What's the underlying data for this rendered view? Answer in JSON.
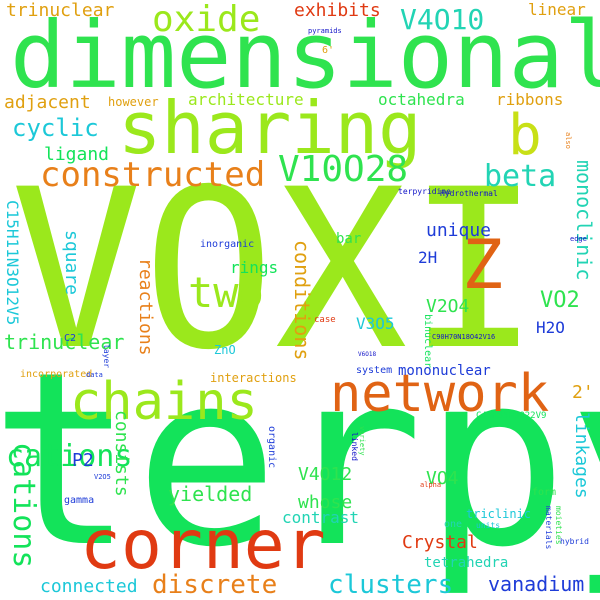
{
  "colors": {
    "background": "#ffffff",
    "lime": "#9be81c",
    "green": "#13e35a",
    "spring_green": "#1ee68a",
    "light_green": "#2fe34f",
    "orange": "#e8801a",
    "dark_orange": "#e06314",
    "amber": "#e0a010",
    "red": "#e03a12",
    "cyan": "#1cc8d8",
    "teal": "#22d4b4",
    "blue": "#1e3cd8",
    "navy": "#1214c8",
    "yellow_green": "#c8e016"
  },
  "words": [
    "trinuclear",
    "dimensional",
    "oxide",
    "exhibits",
    "V4O10",
    "linear",
    "pyramids",
    "sharing",
    "adjacent",
    "however",
    "architecture",
    "octahedra",
    "ribbons",
    "b",
    "cyclic",
    "ligand",
    "constructed",
    "V10O28",
    "beta",
    "monoclinic",
    "VOXI",
    "Z",
    "two",
    "unique",
    "square",
    "2H",
    "rings",
    "bar",
    "chains",
    "network",
    "conditions",
    "V2O4",
    "VO2",
    "C15H11N3O12V5",
    "reactions",
    "V3O5",
    "H2O",
    "trinuclear",
    "mononuclear",
    "2'",
    "terpy",
    "corner",
    "cations",
    "consists",
    "P2",
    "yielded",
    "whose",
    "V4O12",
    "contrast",
    "Crystal",
    "linkages",
    "VO4",
    "cations",
    "discrete",
    "clusters",
    "vanadium",
    "connected",
    "tetrahedra",
    "ZnO",
    "C2",
    "case",
    "binuclear",
    "C90H70N18O42V16",
    "V6O18",
    "system",
    "interactions",
    "incorporated",
    "organic",
    "inorganic",
    "form",
    "alpha",
    "triclinic",
    "units",
    "one",
    "gamma",
    "hybrid",
    "materials",
    "moieties",
    "C45H35N9O22V9",
    "Hydrothermal",
    "terpyridine",
    "also",
    "edge",
    "6'",
    "layer",
    "data",
    "V2O5",
    "linked",
    "variety",
    "whose",
    "2D"
  ]
}
